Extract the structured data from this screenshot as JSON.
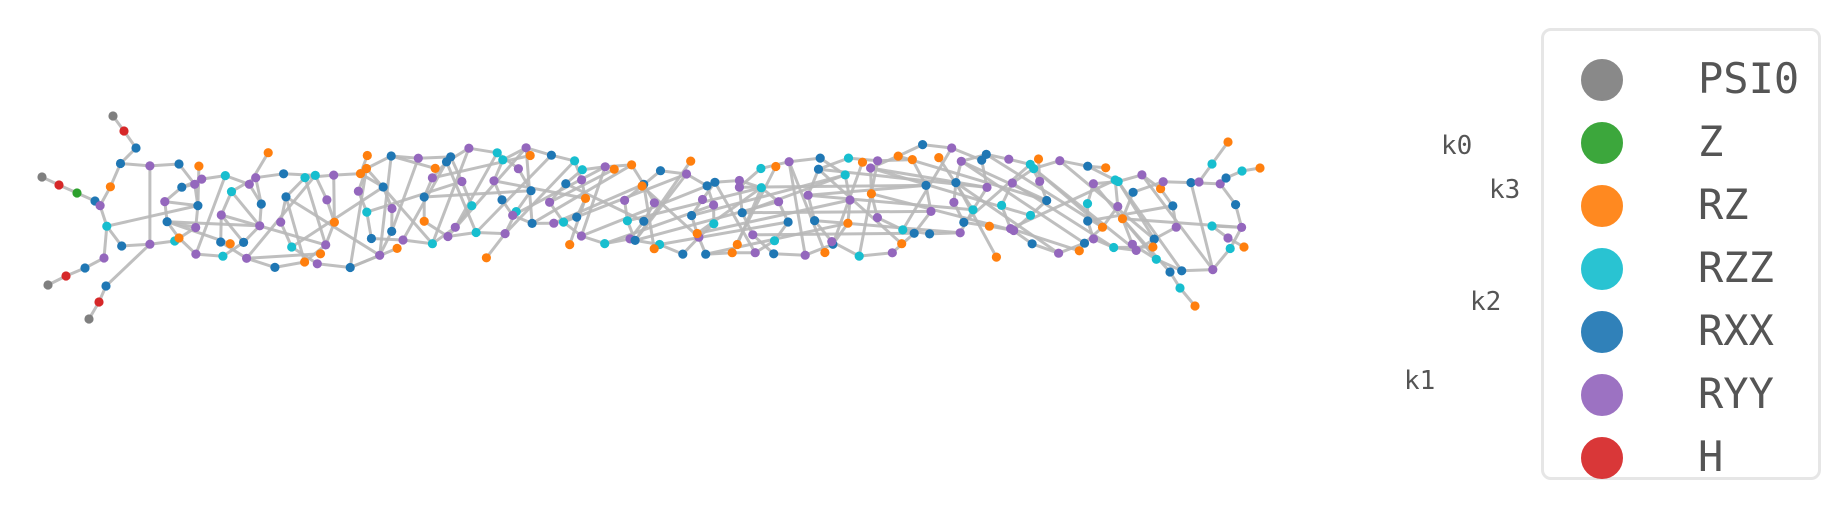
{
  "legend": {
    "items": [
      {
        "label": "PSI0",
        "color": "#7f7f7f"
      },
      {
        "label": "Z",
        "color": "#2ca02c"
      },
      {
        "label": "RZ",
        "color": "#ff7f0e"
      },
      {
        "label": "RZZ",
        "color": "#17becf"
      },
      {
        "label": "RXX",
        "color": "#1f77b4"
      },
      {
        "label": "RYY",
        "color": "#9467bd"
      },
      {
        "label": "H",
        "color": "#d62728"
      }
    ]
  },
  "output_labels": [
    "k0",
    "k3",
    "k2",
    "k1"
  ],
  "edge_color": "#b8b8b8"
}
